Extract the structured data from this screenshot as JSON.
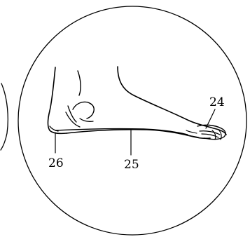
{
  "labels": {
    "toe_region": "24",
    "sole_line": "25",
    "heel": "26"
  },
  "colors": {
    "ink": "#000000",
    "background": "#ffffff"
  }
}
